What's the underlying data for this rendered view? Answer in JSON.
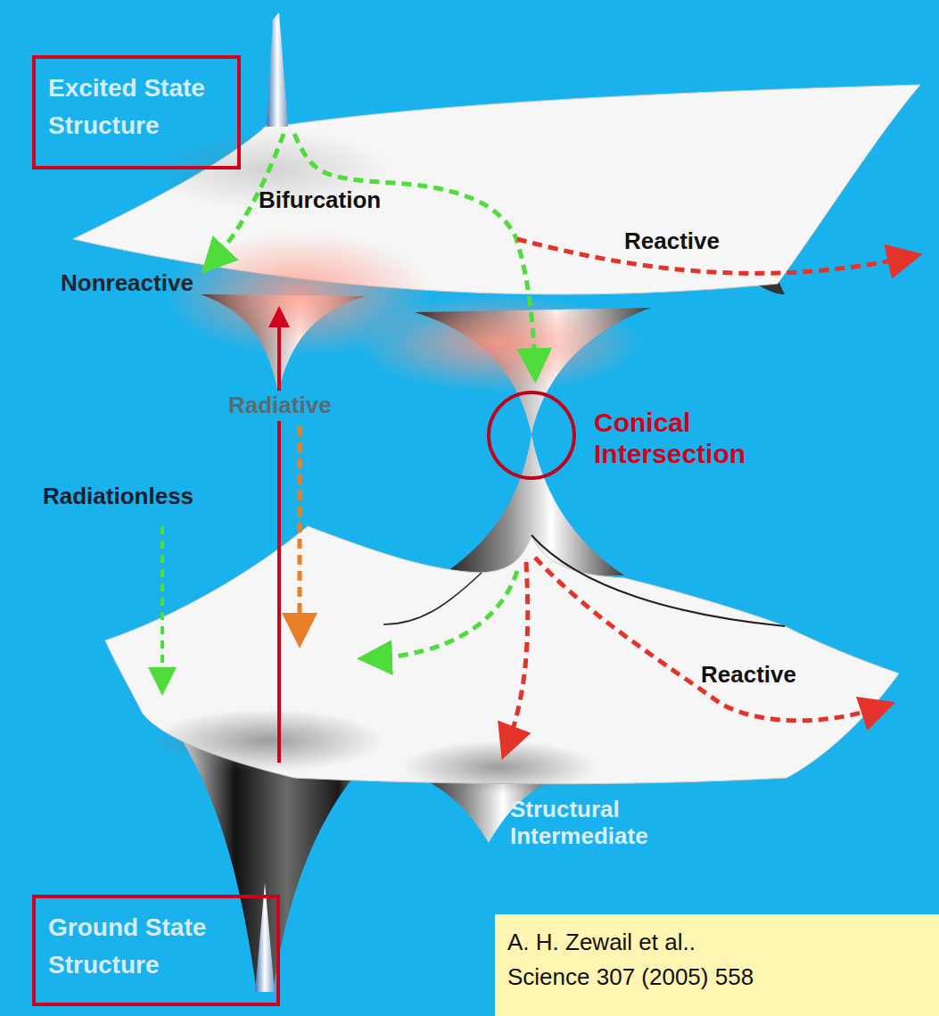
{
  "diagram": {
    "nodes": [
      {
        "text": [
          "Excited State Structure"
        ]
      },
      {
        "text": [
          "Ground State Structure"
        ]
      },
      {
        "text": [
          "A. H. Zewail et al.. Science 307 (2005) 558"
        ]
      }
    ],
    "labels": [
      "Bifurcation",
      "Nonreactive",
      "Reactive",
      "Radiative",
      "Radiationless",
      "Conical Intersection",
      "Reactive",
      "Structural Intermediate"
    ]
  }
}
